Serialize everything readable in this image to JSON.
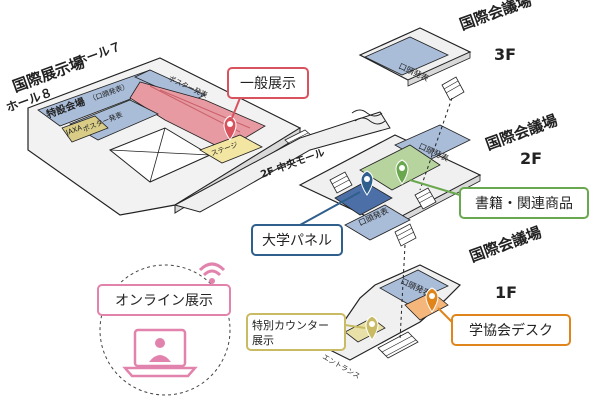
{
  "hall_header": {
    "main": "国際展示場",
    "hall8": "ホール８",
    "hall7": "ホール７"
  },
  "hall_areas": {
    "special_venue": "特設会場",
    "special_venue_sub": "（口頭発表）",
    "poster_left": "ポスター発表",
    "poster_right": "ポスター発表",
    "jaxa": "JAXA",
    "stage": "ステージ"
  },
  "mall": "2F 中央モール",
  "conf_3f": {
    "name": "国際会議場",
    "floor": "3F",
    "room": "口頭発表"
  },
  "conf_2f": {
    "name": "国際会議場",
    "floor": "2F",
    "room_top": "口頭発表",
    "room_bottom": "口頭発表"
  },
  "conf_1f": {
    "name": "国際会議場",
    "floor": "1F",
    "room": "口頭発表"
  },
  "entrance": "エントランス",
  "callouts": {
    "general_exhibit": "一般展示",
    "university_panel": "大学パネル",
    "books": "書籍・関連商品",
    "society_desk": "学協会デスク",
    "special_counter_line1": "特別カウンター",
    "special_counter_line2": "展示",
    "online_exhibit": "オンライン展示"
  },
  "colors": {
    "red": "#d9535f",
    "blue": "#2f5f8c",
    "green": "#6aa84f",
    "orange": "#e0851c",
    "olive": "#c9bb63",
    "pink": "#e283ad",
    "room_blue": "#a9bcd8",
    "floor_gray": "#efefef"
  }
}
